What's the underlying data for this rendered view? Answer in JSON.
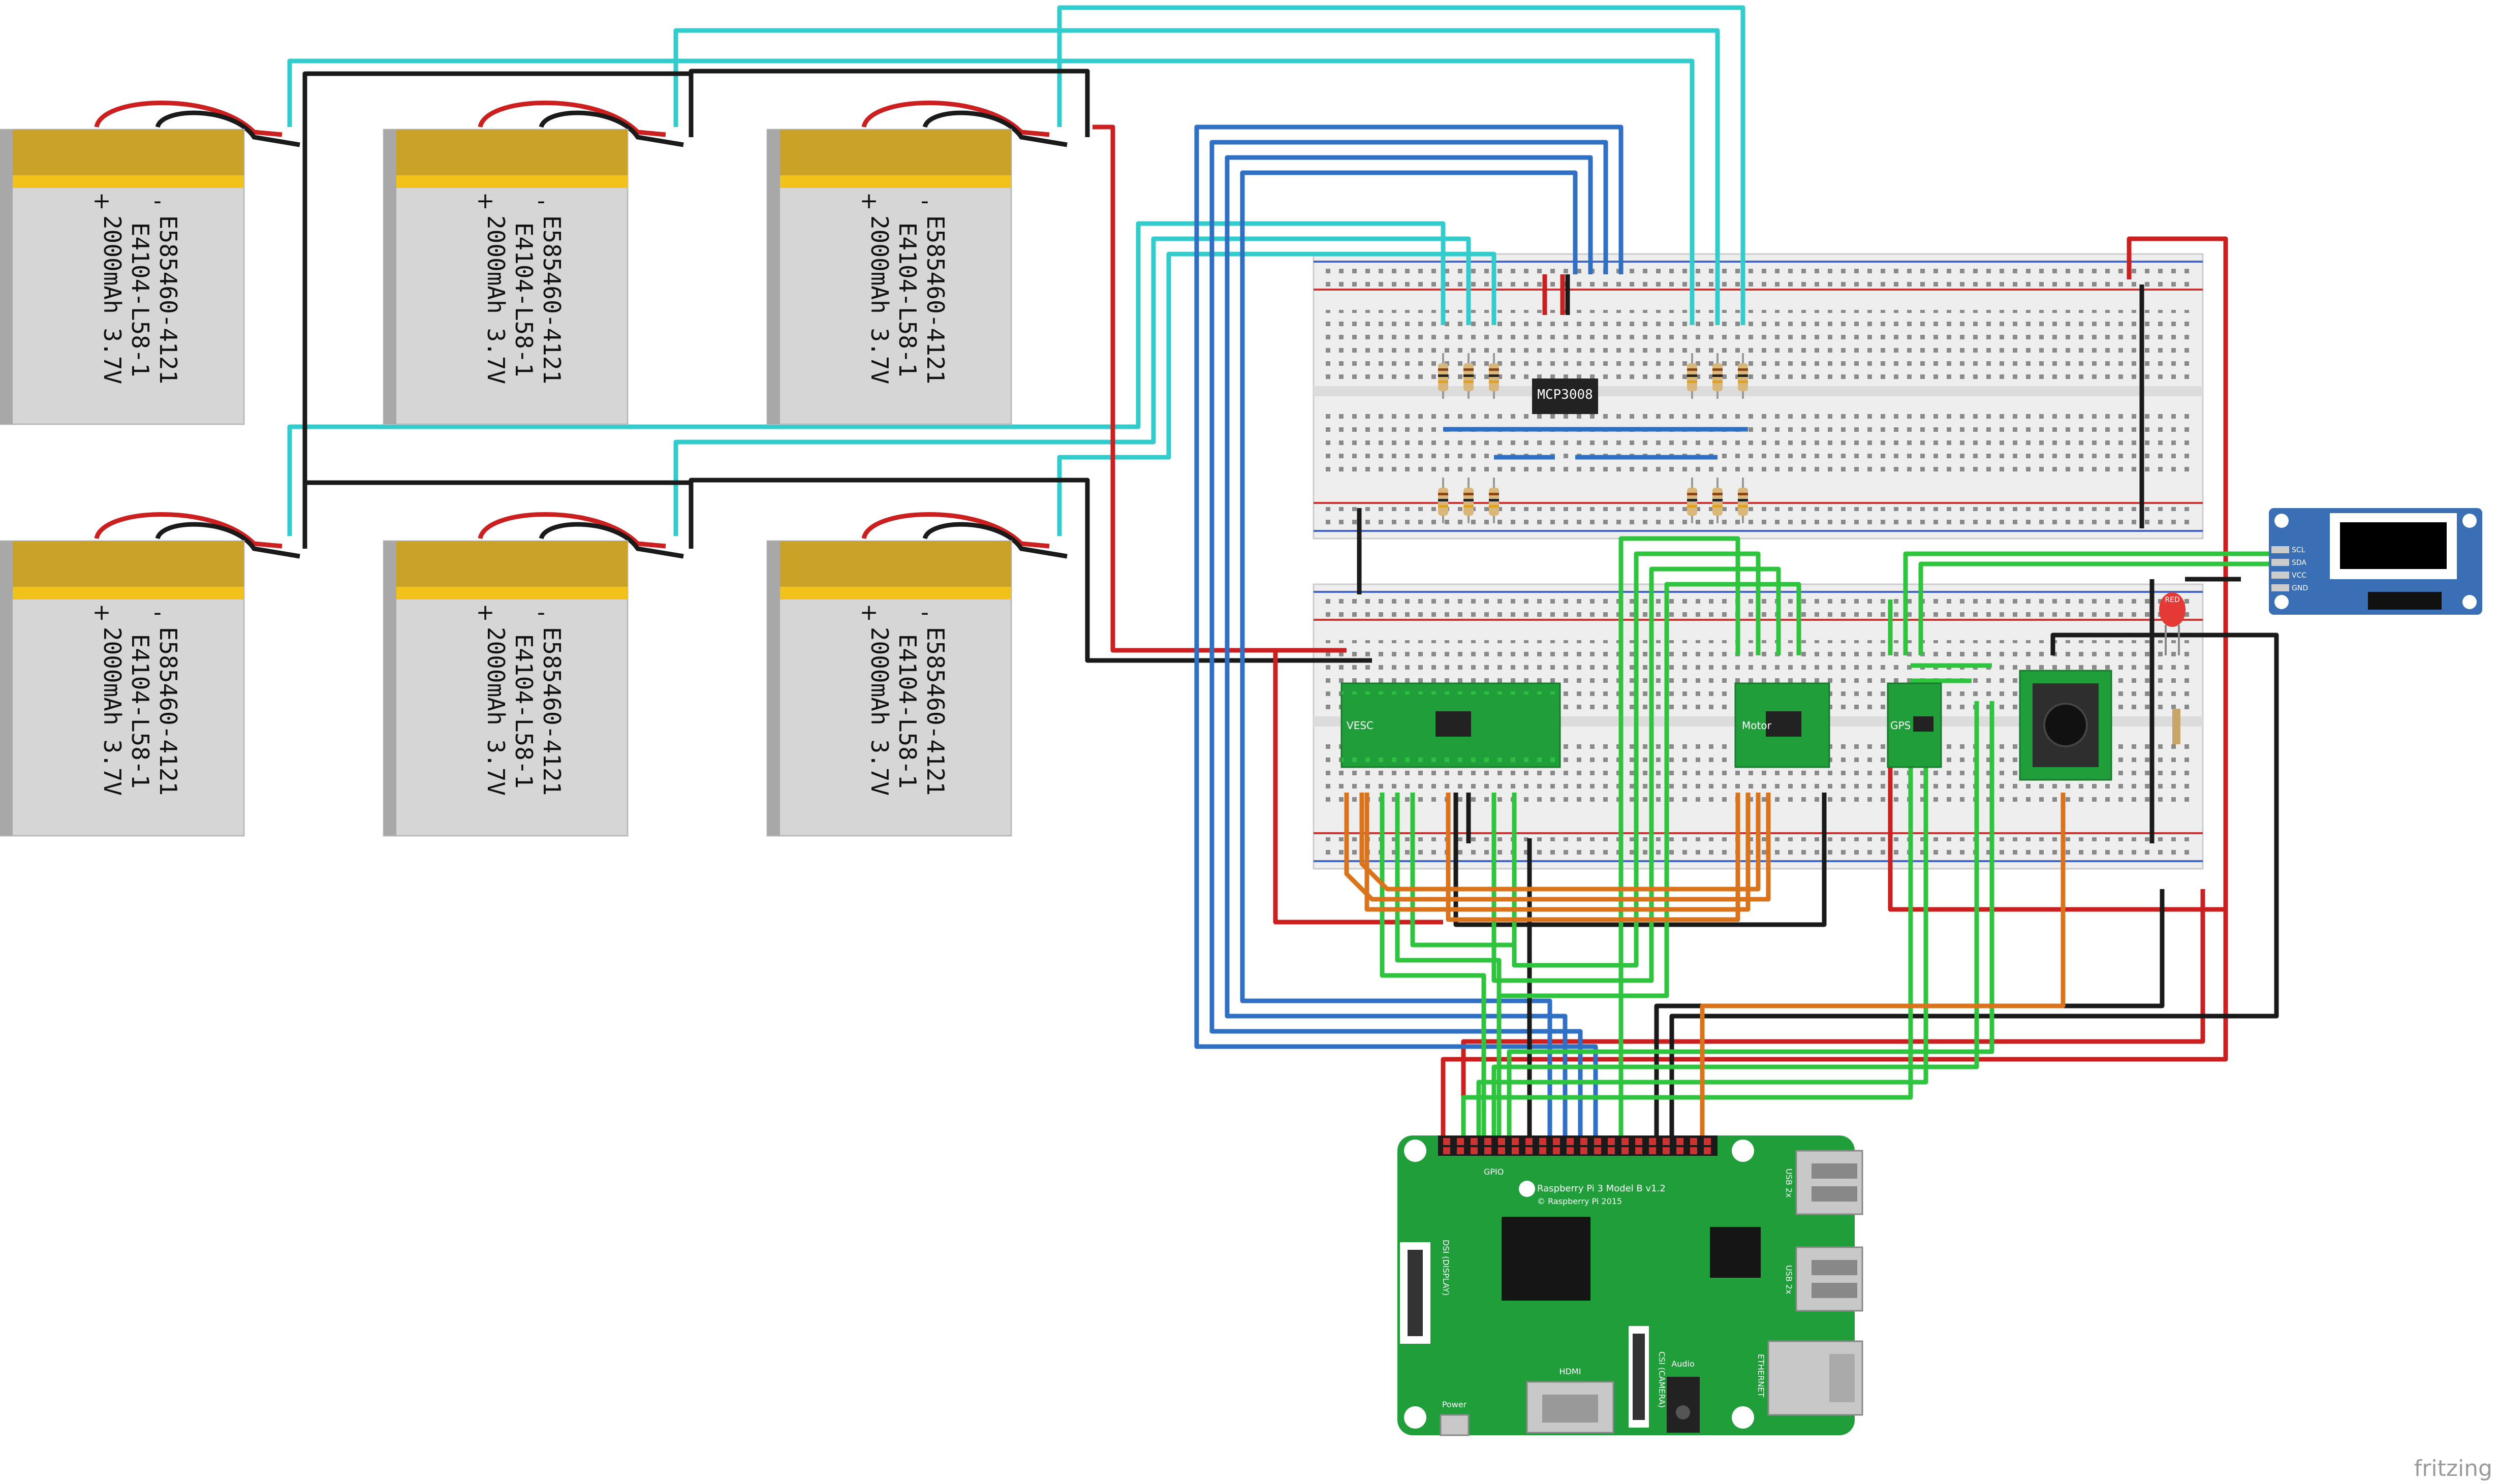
{
  "app": {
    "watermark": "fritzing"
  },
  "batteries": [
    {
      "label_lines": [
        "E585460-4121",
        "E4104-L58-1",
        "2000mAh 3.7V"
      ],
      "plus": "+",
      "minus": "-"
    },
    {
      "label_lines": [
        "E585460-4121",
        "E4104-L58-1",
        "2000mAh 3.7V"
      ],
      "plus": "+",
      "minus": "-"
    },
    {
      "label_lines": [
        "E585460-4121",
        "E4104-L58-1",
        "2000mAh 3.7V"
      ],
      "plus": "+",
      "minus": "-"
    },
    {
      "label_lines": [
        "E585460-4121",
        "E4104-L58-1",
        "2000mAh 3.7V"
      ],
      "plus": "+",
      "minus": "-"
    },
    {
      "label_lines": [
        "E585460-4121",
        "E4104-L58-1",
        "2000mAh 3.7V"
      ],
      "plus": "+",
      "minus": "-"
    },
    {
      "label_lines": [
        "E585460-4121",
        "E4104-L58-1",
        "2000mAh 3.7V"
      ],
      "plus": "+",
      "minus": "-"
    }
  ],
  "chips": {
    "adc": "MCP3008"
  },
  "modules": {
    "vesc": "VESC",
    "motor": "Motor",
    "gps": "GPS"
  },
  "oled": {
    "pins": [
      "SCL",
      "SDA",
      "VCC",
      "GND"
    ]
  },
  "led": {
    "label": "RED"
  },
  "pi": {
    "title": "Raspberry Pi 3 Model B v1.2",
    "copyright": "© Raspberry Pi 2015",
    "gpio": "GPIO",
    "usb1": "USB 2x",
    "usb2": "USB 2x",
    "ethernet": "ETHERNET",
    "hdmi": "HDMI",
    "audio": "Audio",
    "power": "Power",
    "display": "DSI (DISPLAY)",
    "camera": "CSI (CAMERA)"
  },
  "colors": {
    "wire_red": "#cc1f1f",
    "wire_black": "#1a1a1a",
    "wire_cyan": "#33cccc",
    "wire_blue": "#2f6fc4",
    "wire_green": "#2ec43e",
    "wire_orange": "#d9731c",
    "board_green": "#1f9e3a",
    "battery_gold": "#c9a227",
    "battery_body": "#d6d6d6"
  }
}
